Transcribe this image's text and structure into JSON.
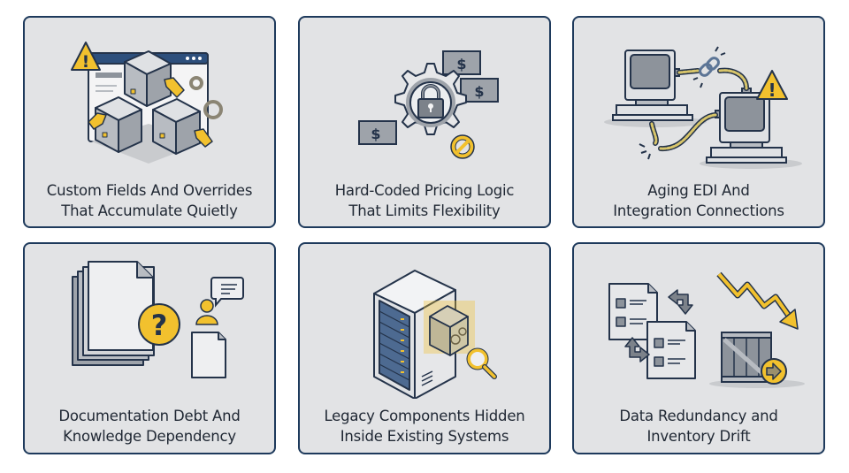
{
  "colors": {
    "card_bg": "#e2e3e5",
    "card_border": "#1e3a5c",
    "text": "#1f2733",
    "accent_yellow": "#f2c12e",
    "outline": "#24334a",
    "gray": "#9ea3aa",
    "blue": "#3d5a80"
  },
  "cards": [
    {
      "icon": "boxes-tags-warning-icon",
      "title_lines": [
        "Custom Fields And Overrides",
        "That Accumulate Quietly"
      ]
    },
    {
      "icon": "gear-lock-money-icon",
      "title_lines": [
        "Hard-Coded Pricing Logic",
        "That Limits Flexibility"
      ]
    },
    {
      "icon": "broken-computer-link-icon",
      "title_lines": [
        "Aging EDI And",
        "Integration Connections"
      ]
    },
    {
      "icon": "documents-question-person-icon",
      "title_lines": [
        "Documentation Debt And",
        "Knowledge Dependency"
      ]
    },
    {
      "icon": "server-hidden-module-icon",
      "title_lines": [
        "Legacy Components Hidden",
        "Inside Existing Systems"
      ]
    },
    {
      "icon": "duplicate-docs-crate-drift-icon",
      "title_lines": [
        "Data Redundancy and",
        "Inventory Drift"
      ]
    }
  ],
  "icon_glyphs": {
    "warning": "!",
    "question": "?",
    "currency": "$"
  }
}
